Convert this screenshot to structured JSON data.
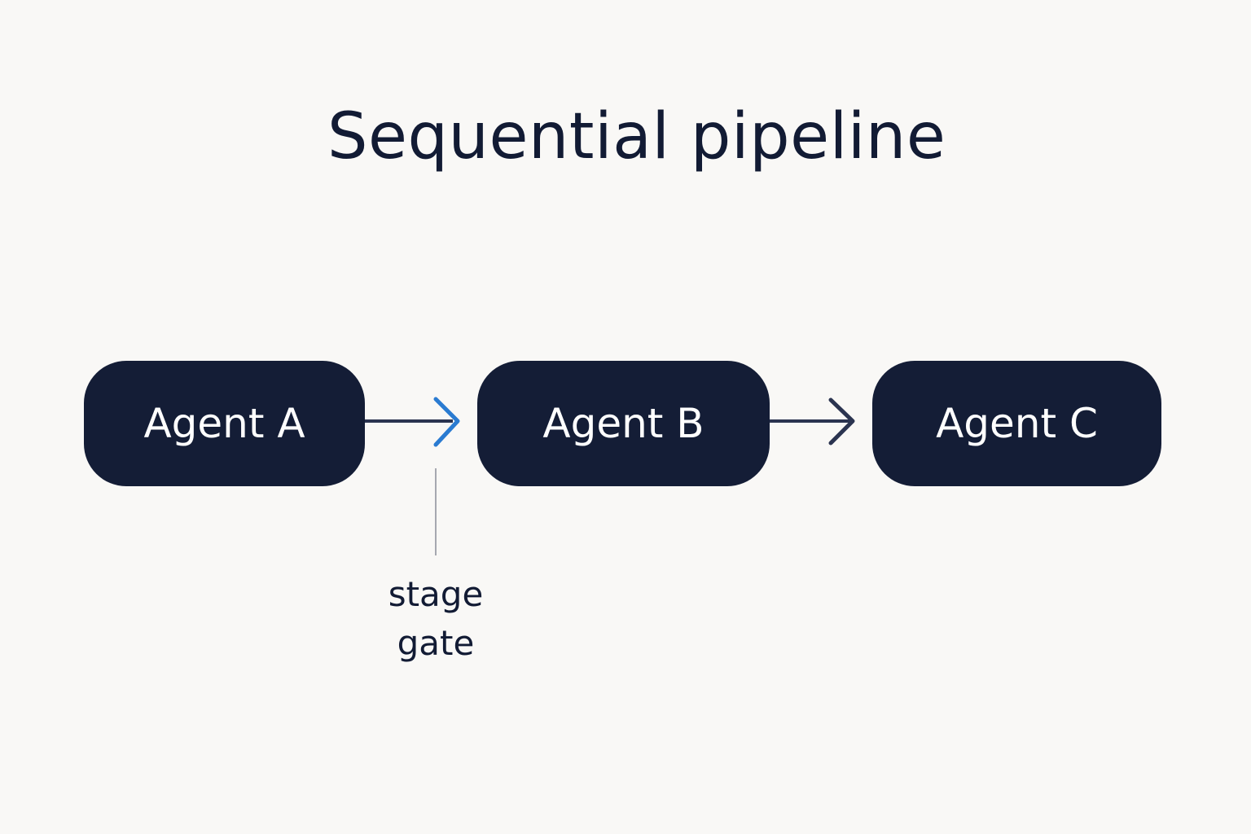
{
  "title": "Sequential pipeline",
  "agents": [
    {
      "label": "Agent A"
    },
    {
      "label": "Agent B"
    },
    {
      "label": "Agent C"
    }
  ],
  "gate": {
    "line1": "stage",
    "line2": "gate"
  },
  "colors": {
    "background": "#f9f8f6",
    "node_fill": "#141d36",
    "node_text": "#ffffff",
    "connector": "#2b3450",
    "gate_arrow": "#2a7bd1",
    "gate_marker": "#8a8e99"
  },
  "icons": {
    "gate_arrowhead": "chevron-right-icon",
    "arrowhead": "chevron-right-icon"
  }
}
